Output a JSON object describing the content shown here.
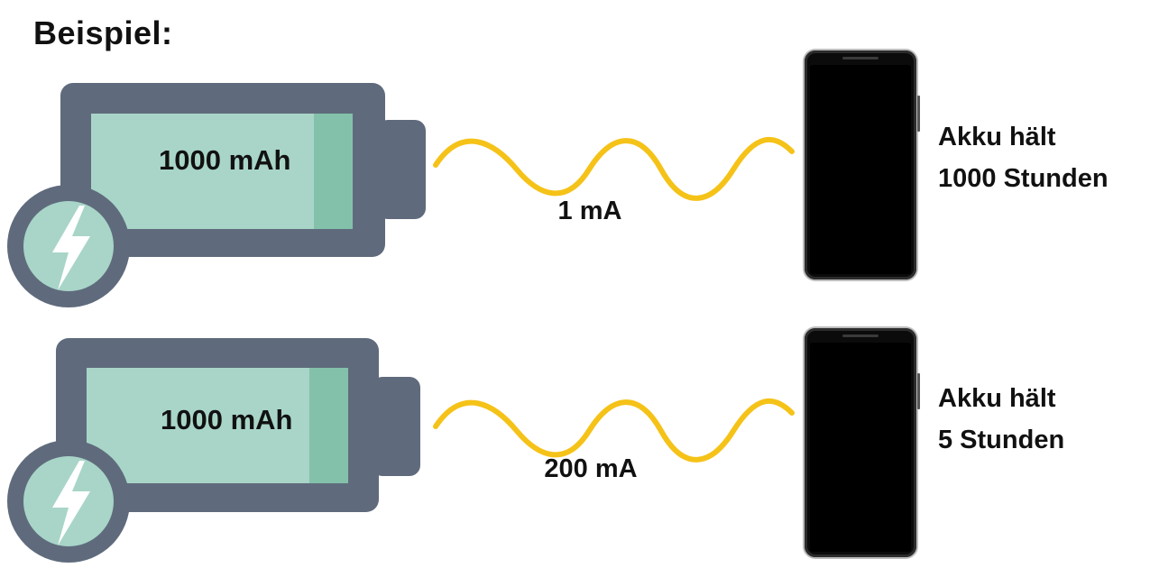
{
  "title": "Beispiel:",
  "examples": [
    {
      "capacity": "1000 mAh",
      "current": "1 mA",
      "result_line1": "Akku hält",
      "result_line2": "1000 Stunden"
    },
    {
      "capacity": "1000 mAh",
      "current": "200 mA",
      "result_line1": "Akku hält",
      "result_line2": "5 Stunden"
    }
  ],
  "colors": {
    "battery_body": "#5f6b7c",
    "battery_fill": "#a8d5c8",
    "battery_fill_end": "#84c1ab",
    "circle_fill": "#a8d5c8",
    "wave": "#f5c218",
    "phone": "#0b0b0b"
  },
  "icons": [
    "lightning-icon",
    "battery-icon",
    "smartphone-icon"
  ]
}
